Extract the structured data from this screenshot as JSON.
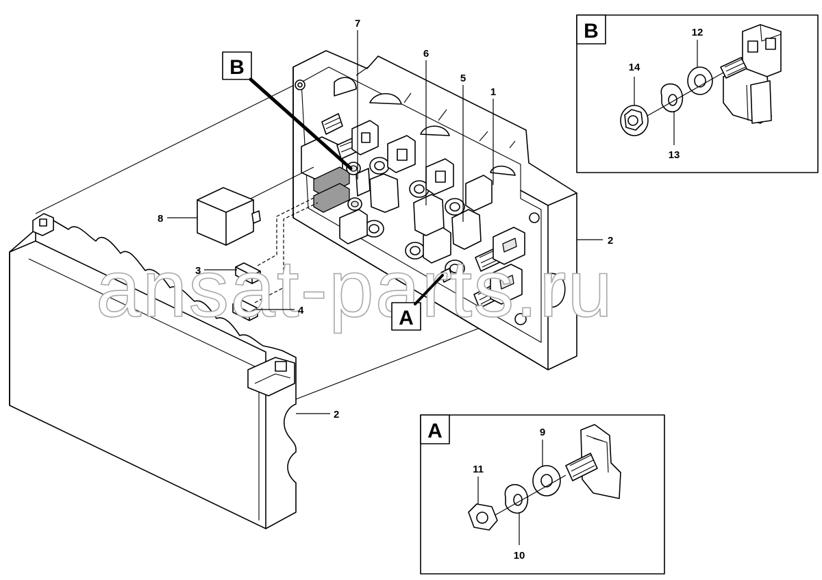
{
  "diagram": {
    "watermark": "ansat-parts.ru",
    "detail_tags": {
      "a": "A",
      "b": "B"
    },
    "callouts": {
      "c1": "1",
      "c2_box": "2",
      "c2_cover": "2",
      "c3": "3",
      "c4": "4",
      "c5": "5",
      "c6": "6",
      "c7": "7",
      "c8": "8",
      "c9": "9",
      "c10": "10",
      "c11": "11",
      "c12": "12",
      "c13": "13",
      "c14": "14"
    },
    "colors": {
      "line": "#000000",
      "watermark_outline": "#a8a8a8",
      "background": "#ffffff"
    }
  }
}
